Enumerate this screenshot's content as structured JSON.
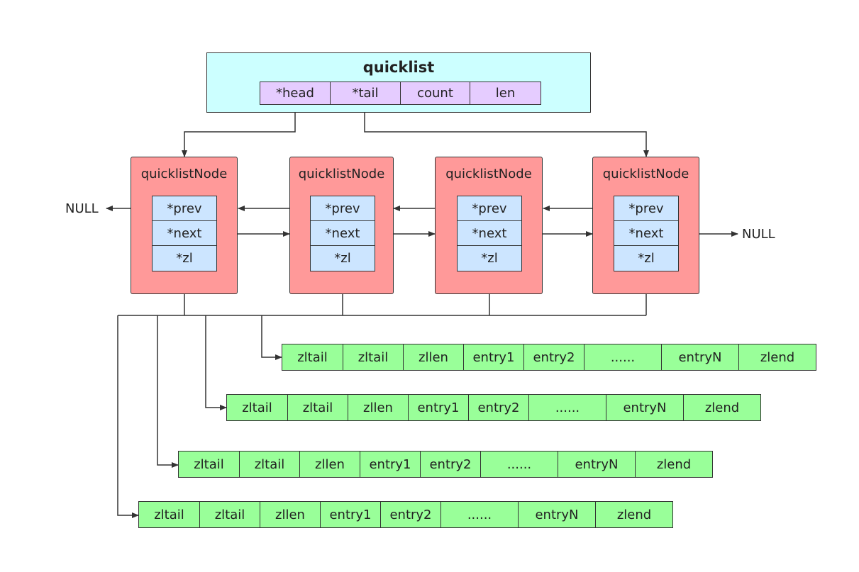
{
  "quicklist": {
    "title": "quicklist",
    "fields": [
      "*head",
      "*tail",
      "count",
      "len"
    ]
  },
  "nodes": [
    {
      "title": "quicklistNode",
      "fields": [
        "*prev",
        "*next",
        "*zl"
      ]
    },
    {
      "title": "quicklistNode",
      "fields": [
        "*prev",
        "*next",
        "*zl"
      ]
    },
    {
      "title": "quicklistNode",
      "fields": [
        "*prev",
        "*next",
        "*zl"
      ]
    },
    {
      "title": "quicklistNode",
      "fields": [
        "*prev",
        "*next",
        "*zl"
      ]
    }
  ],
  "null_left": "NULL",
  "null_right": "NULL",
  "ziplists": [
    {
      "cells": [
        "zltail",
        "zltail",
        "zllen",
        "entry1",
        "entry2",
        "......",
        "entryN",
        "zlend"
      ]
    },
    {
      "cells": [
        "zltail",
        "zltail",
        "zllen",
        "entry1",
        "entry2",
        "......",
        "entryN",
        "zlend"
      ]
    },
    {
      "cells": [
        "zltail",
        "zltail",
        "zllen",
        "entry1",
        "entry2",
        "......",
        "entryN",
        "zlend"
      ]
    },
    {
      "cells": [
        "zltail",
        "zltail",
        "zllen",
        "entry1",
        "entry2",
        "......",
        "entryN",
        "zlend"
      ]
    }
  ],
  "colors": {
    "quicklist_bg": "#ccffff",
    "quicklist_field_bg": "#e5ccff",
    "node_bg": "#ff9999",
    "node_field_bg": "#cce5ff",
    "ziplist_bg": "#99ff99",
    "line": "#333333"
  }
}
